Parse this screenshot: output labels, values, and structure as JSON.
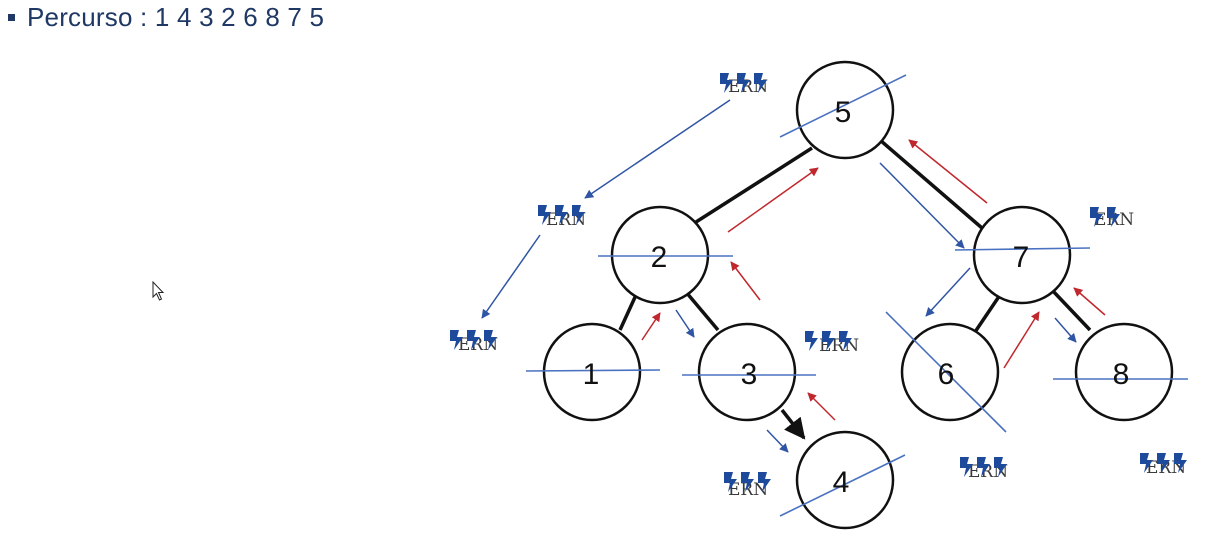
{
  "header": {
    "percurso": "Percurso : 1 4 3 2 6 8 7 5"
  },
  "tree": {
    "nodes": [
      {
        "id": "n5",
        "label": "5"
      },
      {
        "id": "n2",
        "label": "2"
      },
      {
        "id": "n7",
        "label": "7"
      },
      {
        "id": "n1",
        "label": "1"
      },
      {
        "id": "n3",
        "label": "3"
      },
      {
        "id": "n6",
        "label": "6"
      },
      {
        "id": "n8",
        "label": "8"
      },
      {
        "id": "n4",
        "label": "4"
      }
    ],
    "visit_markers": [
      {
        "id": "m5",
        "text": "ERN"
      },
      {
        "id": "m2",
        "text": "ERN"
      },
      {
        "id": "m1",
        "text": "ERN"
      },
      {
        "id": "m3",
        "text": "ERN"
      },
      {
        "id": "m4",
        "text": "ERN"
      },
      {
        "id": "m7",
        "text": "ERN"
      },
      {
        "id": "m6",
        "text": "ERN"
      },
      {
        "id": "m8",
        "text": "ERN"
      }
    ]
  },
  "colors": {
    "text": "#1f3864",
    "down_arrow": "#2f55a4",
    "up_arrow": "#c0282d",
    "strike": "#4a72c0",
    "lightning": "#1e4a9c"
  }
}
